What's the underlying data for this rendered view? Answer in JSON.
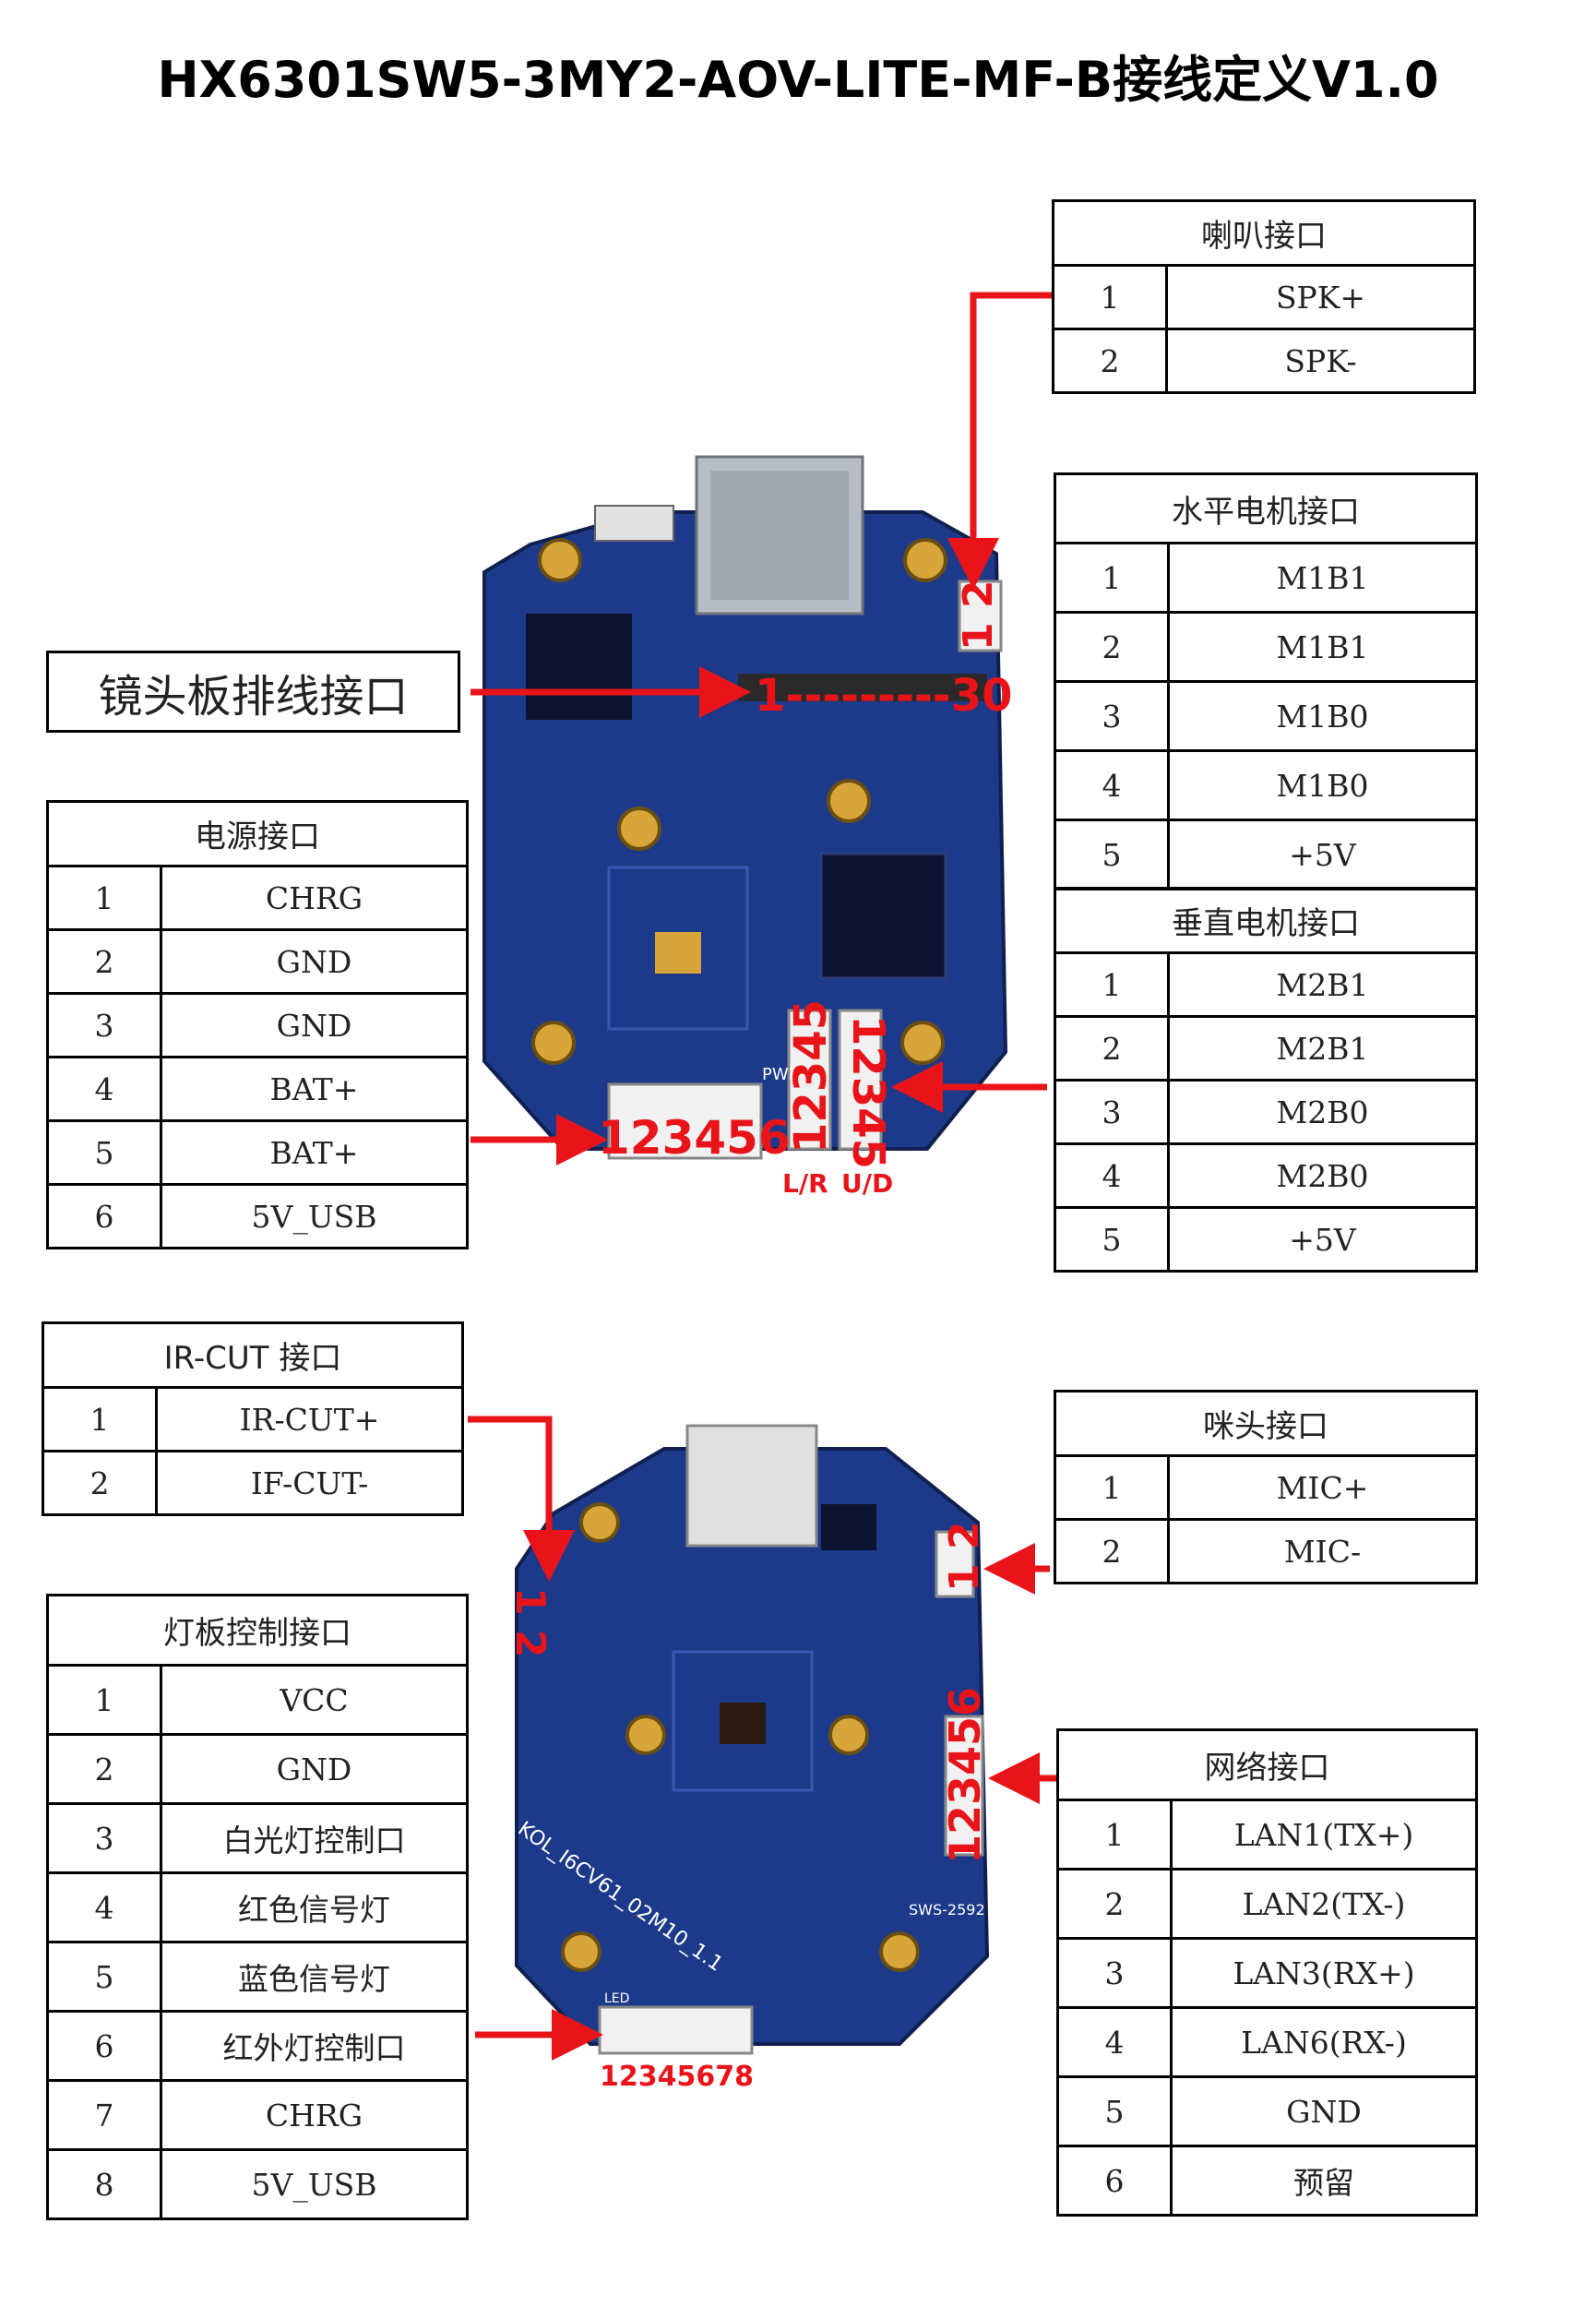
{
  "title": "HX6301SW5-3MY2-AOV-LITE-MF-B接线定义V1.0",
  "callout_lens": "镜头板排线接口",
  "tables": {
    "speaker": {
      "title": "喇叭接口",
      "rows": [
        {
          "n": "1",
          "v": "SPK+"
        },
        {
          "n": "2",
          "v": "SPK-"
        }
      ]
    },
    "hmotor": {
      "title": "水平电机接口",
      "rows": [
        {
          "n": "1",
          "v": "M1B1"
        },
        {
          "n": "2",
          "v": "M1B1"
        },
        {
          "n": "3",
          "v": "M1B0"
        },
        {
          "n": "4",
          "v": "M1B0"
        },
        {
          "n": "5",
          "v": "+5V"
        }
      ]
    },
    "vmotor": {
      "title": "垂直电机接口",
      "rows": [
        {
          "n": "1",
          "v": "M2B1"
        },
        {
          "n": "2",
          "v": "M2B1"
        },
        {
          "n": "3",
          "v": "M2B0"
        },
        {
          "n": "4",
          "v": "M2B0"
        },
        {
          "n": "5",
          "v": "+5V"
        }
      ]
    },
    "power": {
      "title": "电源接口",
      "rows": [
        {
          "n": "1",
          "v": "CHRG"
        },
        {
          "n": "2",
          "v": "GND"
        },
        {
          "n": "3",
          "v": "GND"
        },
        {
          "n": "4",
          "v": "BAT+"
        },
        {
          "n": "5",
          "v": "BAT+"
        },
        {
          "n": "6",
          "v": "5V_USB"
        }
      ]
    },
    "ircut": {
      "title": "IR-CUT 接口",
      "rows": [
        {
          "n": "1",
          "v": "IR-CUT+"
        },
        {
          "n": "2",
          "v": "IF-CUT-"
        }
      ]
    },
    "mic": {
      "title": "咪头接口",
      "rows": [
        {
          "n": "1",
          "v": "MIC+"
        },
        {
          "n": "2",
          "v": "MIC-"
        }
      ]
    },
    "light": {
      "title": "灯板控制接口",
      "rows": [
        {
          "n": "1",
          "v": "VCC"
        },
        {
          "n": "2",
          "v": "GND"
        },
        {
          "n": "3",
          "v": "白光灯控制口"
        },
        {
          "n": "4",
          "v": "红色信号灯"
        },
        {
          "n": "5",
          "v": "蓝色信号灯"
        },
        {
          "n": "6",
          "v": "红外灯控制口"
        },
        {
          "n": "7",
          "v": "CHRG"
        },
        {
          "n": "8",
          "v": "5V_USB"
        }
      ]
    },
    "network": {
      "title": "网络接口",
      "rows": [
        {
          "n": "1",
          "v": "LAN1(TX+)"
        },
        {
          "n": "2",
          "v": "LAN2(TX-)"
        },
        {
          "n": "3",
          "v": "LAN3(RX+)"
        },
        {
          "n": "4",
          "v": "LAN6(RX-)"
        },
        {
          "n": "5",
          "v": "GND"
        },
        {
          "n": "6",
          "v": "预留"
        }
      ]
    }
  },
  "pcb_labels": {
    "lens_range": "1---------30",
    "speaker_pins": "1 2",
    "power_pins": "123456",
    "lr_pins": "12345",
    "ud_pins": "12345",
    "lr_text": "L/R",
    "ud_text": "U/D",
    "ircut_pins": "1 2",
    "mic_pins": "1 2",
    "net_pins": "123456",
    "light_pins": "12345678"
  },
  "board_silk": {
    "top_pwr": "PWR",
    "bottom_model": "KOL_I6CV61_02M10_1.1",
    "bottom_code": "SWS-2592",
    "bottom_led": "LED"
  },
  "colors": {
    "accent": "#e8141a",
    "pcb": "#1d3a8a",
    "pcb_dark": "#152c6c",
    "gold": "#d8a53a"
  }
}
